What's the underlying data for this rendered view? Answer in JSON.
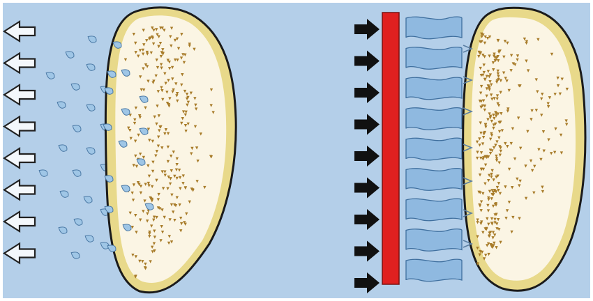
{
  "colors": {
    "background": "#b4cfe9",
    "cell_fill": "#fbf5e4",
    "cell_wall": "#e8d98a",
    "cell_outline": "#1b1b1b",
    "particle": "#a87c2a",
    "droplet": "#9fc6e6",
    "barrier": "#e02020",
    "wave_strip": "#8fb9e0",
    "arrow_outline": "#222222",
    "arrow_solid": "#111111"
  },
  "panels": {
    "left": {
      "incoming_arrow_icon": "hollow-left-arrow-icon",
      "incoming_arrow_count": 8,
      "droplet_icon": "water-droplet-icon"
    },
    "right": {
      "incoming_arrow_icon": "solid-right-arrow-icon",
      "incoming_arrow_count": 9,
      "barrier": "red-barrier-bar",
      "wave_strip_count": 9
    }
  }
}
